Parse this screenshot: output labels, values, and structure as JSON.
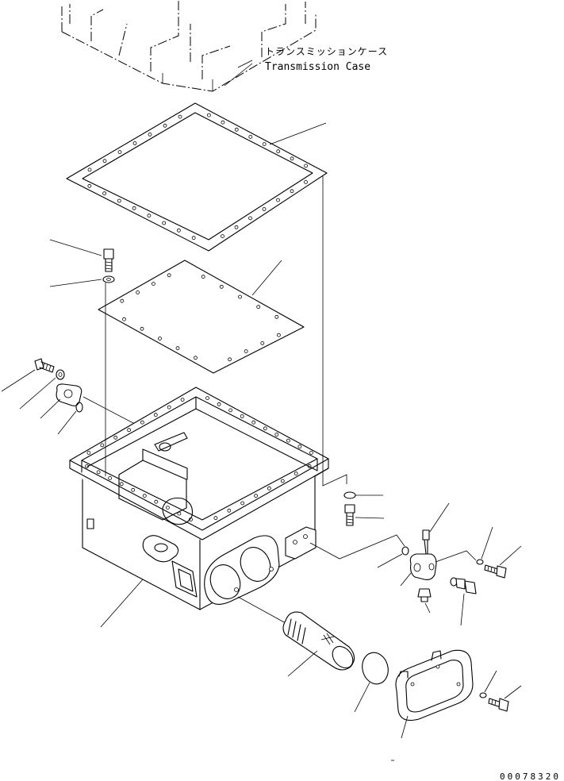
{
  "labels": {
    "transmission_case_jp": "トランスミッションケース",
    "transmission_case_en": "Transmission Case"
  },
  "drawing_code": "00078320"
}
